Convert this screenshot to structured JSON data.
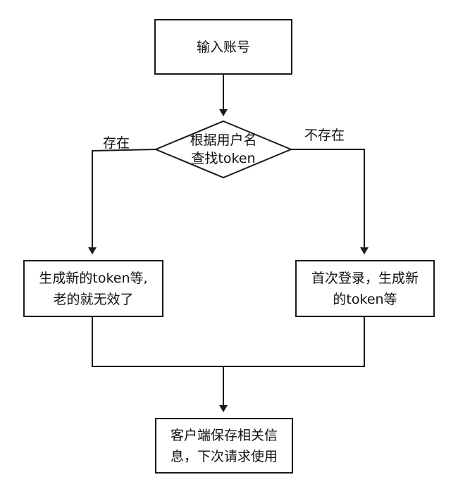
{
  "nodes": {
    "input": {
      "label": "输入账号"
    },
    "decision": {
      "label": "根据用户名\n查找token"
    },
    "exists": {
      "label": "生成新的token等,\n老的就无效了"
    },
    "not_exists": {
      "label": "首次登录，生成新\n的token等"
    },
    "client": {
      "label": "客户端保存相关信\n息，下次请求使用"
    }
  },
  "edges": {
    "yes_label": "存在",
    "no_label": "不存在"
  },
  "colors": {
    "stroke": "#1a1a1a",
    "fill": "#ffffff",
    "text": "#111111"
  }
}
